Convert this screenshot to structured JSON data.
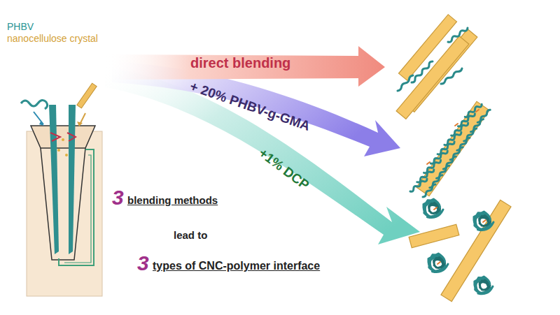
{
  "diagram": {
    "labels": [
      "PHBV",
      "nanocellulose crystal",
      "direct blending",
      "+ 20% PHBV-g-GMA",
      "+1% DCP",
      "3",
      "blending methods",
      "lead to",
      "3",
      "types of CNC-polymer interface"
    ]
  }
}
